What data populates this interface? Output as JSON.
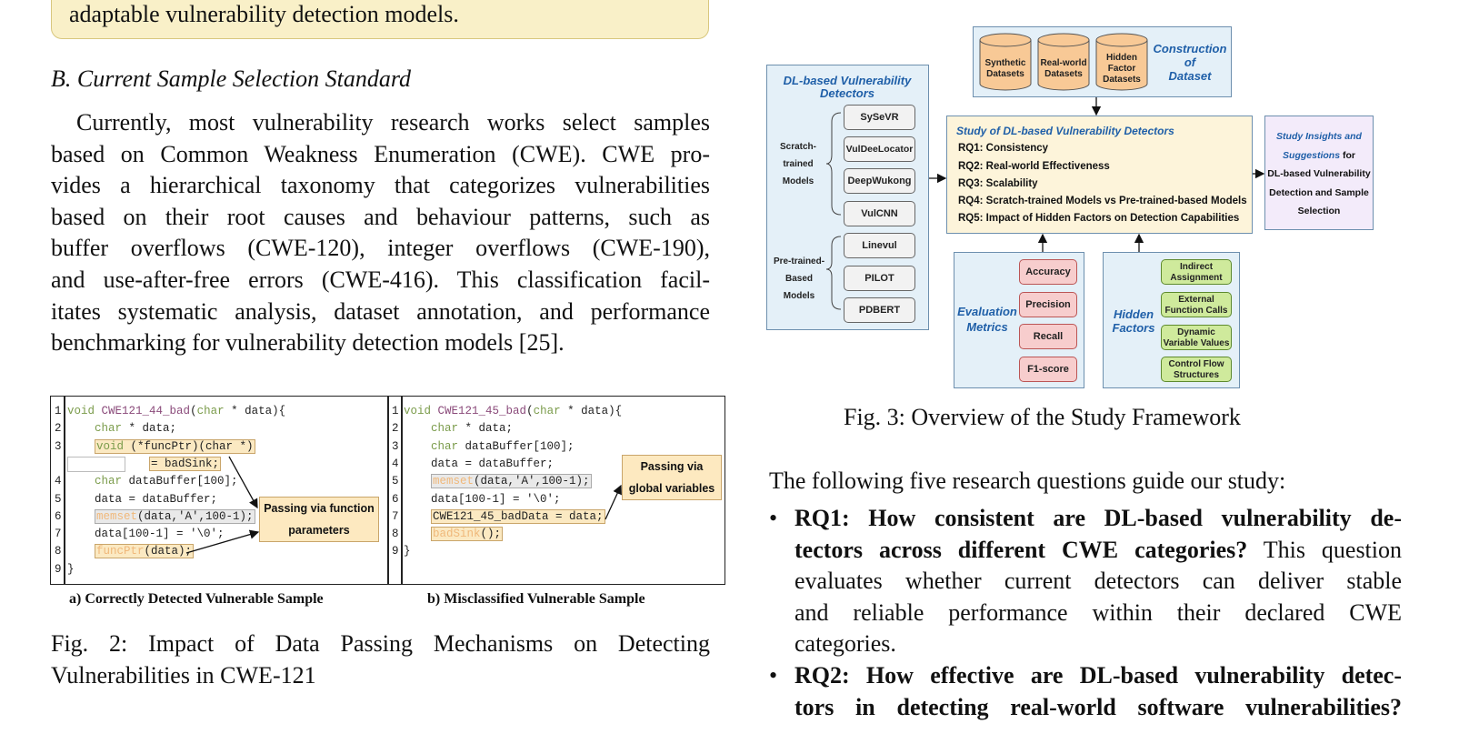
{
  "left_column": {
    "callout_text": "adaptable vulnerability detection models.",
    "section_heading": "B. Current Sample Selection Standard",
    "paragraph_lines": [
      "Currently, most vulnerability research works select samples",
      "based on Common Weakness Enumeration (CWE). CWE pro-",
      "vides a hierarchical taxonomy that categorizes vulnerabilities",
      "based on their root causes and behaviour patterns, such as",
      "buffer overflows (CWE-120), integer overflows (CWE-190),",
      "and use-after-free errors (CWE-416). This classification facil-",
      "itates systematic analysis, dataset annotation, and performance",
      "benchmarking for vulnerability detection models [25]."
    ],
    "fig2": {
      "left_code_numbers": [
        "1",
        "2",
        "3",
        "",
        "4",
        "5",
        "6",
        "7",
        "8",
        "9"
      ],
      "right_code_numbers": [
        "1",
        "2",
        "3",
        "4",
        "5",
        "6",
        "7",
        "8",
        "9"
      ],
      "left_note": [
        "Passing via function",
        "parameters"
      ],
      "right_note": [
        "Passing via",
        "global variables"
      ],
      "subcaption_a": "a) Correctly Detected Vulnerable Sample",
      "subcaption_b": "b) Misclassified Vulnerable Sample",
      "caption_line1": "Fig. 2: Impact of Data Passing Mechanisms on Detecting",
      "caption_line2": "Vulnerabilities in CWE-121"
    }
  },
  "right_column": {
    "fig3": {
      "construction": {
        "title": [
          "Construction",
          "of",
          "Dataset"
        ],
        "datasets": [
          [
            "Synthetic",
            "Datasets"
          ],
          [
            "Real-world",
            "Datasets"
          ],
          [
            "Hidden",
            "Factor",
            "Datasets"
          ]
        ]
      },
      "detectors": {
        "title": [
          "DL-based Vulnerability",
          "Detectors"
        ],
        "scratch_label": [
          "Scratch-",
          "trained",
          "Models"
        ],
        "pretrained_label": [
          "Pre-trained-",
          "Based",
          "Models"
        ],
        "scratch_models": [
          "SySeVR",
          "VulDeeLocator",
          "DeepWukong",
          "VulCNN"
        ],
        "pretrained_models": [
          "Linevul",
          "PILOT",
          "PDBERT"
        ]
      },
      "study": {
        "title": "Study of DL-based Vulnerability Detectors",
        "rqs": [
          "RQ1: Consistency",
          "RQ2: Real-world Effectiveness",
          "RQ3: Scalability",
          "RQ4: Scratch-trained Models vs Pre-trained-based Models",
          "RQ5: Impact of Hidden Factors on Detection Capabilities"
        ]
      },
      "insights": {
        "blue_part": [
          "Study Insights and",
          "Suggestions"
        ],
        "suffix": " for",
        "rest": [
          "DL-based Vulnerability",
          "Detection and Sample",
          "Selection"
        ]
      },
      "evaluation": {
        "title": [
          "Evaluation",
          "Metrics"
        ],
        "metrics": [
          "Accuracy",
          "Precision",
          "Recall",
          "F1-score"
        ]
      },
      "hidden": {
        "title": [
          "Hidden",
          "Factors"
        ],
        "factors": [
          [
            "Indirect",
            "Assignment"
          ],
          [
            "External",
            "Function Calls"
          ],
          [
            "Dynamic",
            "Variable Values"
          ],
          [
            "Control Flow",
            "Structures"
          ]
        ]
      },
      "caption": "Fig. 3: Overview of the Study Framework"
    },
    "intro_line": "The following five research questions guide our study:",
    "bullets": {
      "rq1_bold_1": "RQ1: How consistent are DL-based vulnerability de-",
      "rq1_bold_2": "tectors across different CWE categories?",
      "rq1_rest_2": " This question",
      "rq1_line3": "evaluates whether current detectors can deliver stable",
      "rq1_line4": "and reliable performance within their declared CWE",
      "rq1_line5": "categories.",
      "rq2_bold_1": "RQ2: How effective are DL-based vulnerability detec-",
      "rq2_bold_2": "tors in detecting real-world software vulnerabilities?"
    }
  }
}
